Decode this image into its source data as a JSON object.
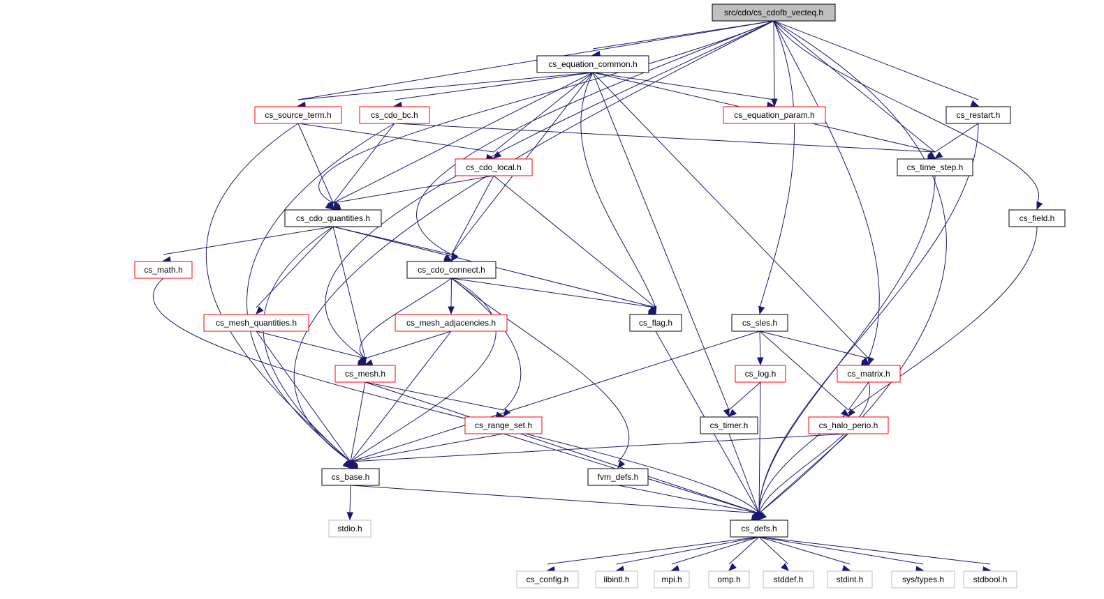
{
  "colors": {
    "edge": "#191970",
    "root_fill": "#bfbfbf",
    "black_border": "#000000",
    "red_border": "#ff0000",
    "gray_border": "#bfbfbf"
  },
  "nodes": {
    "root": "src/cdo/cs_cdofb_vecteq.h",
    "equation_common": "cs_equation_common.h",
    "source_term": "cs_source_term.h",
    "cdo_bc": "cs_cdo_bc.h",
    "equation_param": "cs_equation_param.h",
    "restart": "cs_restart.h",
    "cdo_local": "cs_cdo_local.h",
    "time_step": "cs_time_step.h",
    "cdo_quantities": "cs_cdo_quantities.h",
    "field": "cs_field.h",
    "math": "cs_math.h",
    "cdo_connect": "cs_cdo_connect.h",
    "mesh_quantities": "cs_mesh_quantities.h",
    "mesh_adjacencies": "cs_mesh_adjacencies.h",
    "flag": "cs_flag.h",
    "sles": "cs_sles.h",
    "mesh": "cs_mesh.h",
    "log": "cs_log.h",
    "matrix": "cs_matrix.h",
    "range_set": "cs_range_set.h",
    "timer": "cs_timer.h",
    "halo_perio": "cs_halo_perio.h",
    "base": "cs_base.h",
    "fvm_defs": "fvm_defs.h",
    "stdio": "stdio.h",
    "defs": "cs_defs.h",
    "config": "cs_config.h",
    "libintl": "libintl.h",
    "mpi": "mpi.h",
    "omp": "omp.h",
    "stddef": "stddef.h",
    "stdint": "stdint.h",
    "sys_types": "sys/types.h",
    "stdbool": "stdbool.h"
  }
}
